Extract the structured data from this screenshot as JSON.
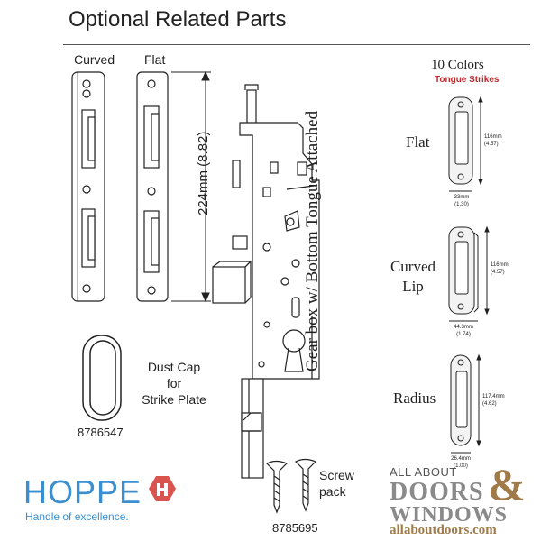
{
  "header": {
    "title": "Optional Related Parts"
  },
  "strike_plates": {
    "curved_label": "Curved",
    "flat_label": "Flat",
    "dimension": "224mm (8.82)"
  },
  "gearbox": {
    "label": "Gear box w/ Bottom Tongue Attached"
  },
  "dust_cap": {
    "description": "Dust Cap for Strike Plate",
    "line1": "Dust Cap",
    "line2": "for",
    "line3": "Strike Plate",
    "part_number": "8786547"
  },
  "screw_pack": {
    "line1": "Screw",
    "line2": "pack",
    "part_number": "8785695"
  },
  "tongue_strikes": {
    "title": "10 Colors",
    "subtitle": "Tongue Strikes",
    "subtitle_color": "#c0272d",
    "items": [
      {
        "label": "Flat",
        "height": "116mm",
        "height_in": "(4.57)",
        "width": "33mm",
        "width_in": "(1.30)"
      },
      {
        "label_line1": "Curved",
        "label_line2": "Lip",
        "height": "116mm",
        "height_in": "(4.57)",
        "width": "44.3mm",
        "width_in": "(1.74)"
      },
      {
        "label": "Radius",
        "height": "117.4mm",
        "height_in": "(4.62)",
        "width": "26.4mm",
        "width_in": "(1.00)"
      }
    ]
  },
  "branding": {
    "hoppe": "HOPPE",
    "hoppe_tagline": "Handle of excellence.",
    "hoppe_color": "#3b8fd0",
    "hoppe_logo_color": "#d9534f",
    "aad_line1": "ALL ABOUT",
    "aad_doors": "DOORS",
    "aad_amp": "&",
    "aad_windows": "WINDOWS",
    "aad_url": "allaboutdoors.com"
  }
}
